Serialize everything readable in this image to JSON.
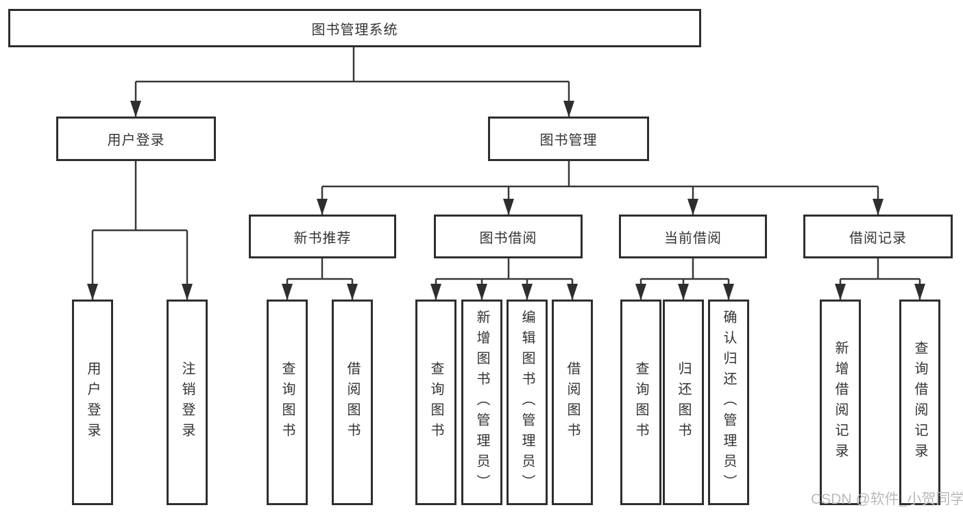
{
  "diagram": {
    "root_label": "图书管理系统",
    "user_login": {
      "label": "用户登录",
      "children": [
        "用户登录",
        "注销登录"
      ]
    },
    "book_mgmt": {
      "label": "图书管理",
      "sections": [
        {
          "label": "新书推荐",
          "children": [
            "查询图书",
            "借阅图书"
          ]
        },
        {
          "label": "图书借阅",
          "children": [
            "查询图书",
            "新增图书（管理员）",
            "编辑图书（管理员）",
            "借阅图书"
          ]
        },
        {
          "label": "当前借阅",
          "children": [
            "查询图书",
            "归还图书",
            "确认归还（管理员）"
          ]
        },
        {
          "label": "借阅记录",
          "children": [
            "新增借阅记录",
            "查询借阅记录"
          ]
        }
      ]
    },
    "watermark": "CSDN @软件_小贺同学",
    "colors": {
      "line": "#383838",
      "border": "#2e2e2e",
      "text": "#333333",
      "watermark": "#b9b9b9",
      "background": "#ffffff"
    }
  }
}
